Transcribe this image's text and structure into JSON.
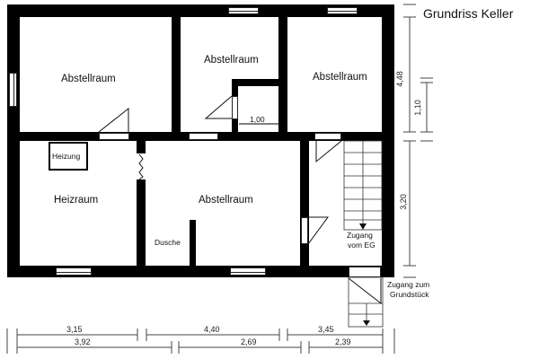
{
  "title": "Grundriss Keller",
  "rooms": [
    {
      "name": "Abstellraum",
      "position": "top-left"
    },
    {
      "name": "Abstellraum",
      "position": "top-middle"
    },
    {
      "name": "Abstellraum",
      "position": "top-right"
    },
    {
      "name": "Heizraum",
      "position": "bottom-left"
    },
    {
      "name": "Abstellraum",
      "position": "bottom-middle"
    }
  ],
  "labels": {
    "heizung": "Heizung",
    "dusche": "Dusche",
    "zugang_eg_line1": "Zugang",
    "zugang_eg_line2": "vom EG",
    "zugang_grund_line1": "Zugang zum",
    "zugang_grund_line2": "Grundstück",
    "inner_dim": "1,00"
  },
  "dimensions": {
    "vertical": {
      "total_upper": "4,48",
      "niche": "1,10",
      "lower": "3,20"
    },
    "horizontal_row1": [
      "3,15",
      "4,40",
      "3,45"
    ],
    "horizontal_row2": [
      "3,92",
      "2,69",
      "2,39"
    ]
  },
  "colors": {
    "wall": "#000000",
    "background": "#ffffff",
    "line": "#222222"
  }
}
